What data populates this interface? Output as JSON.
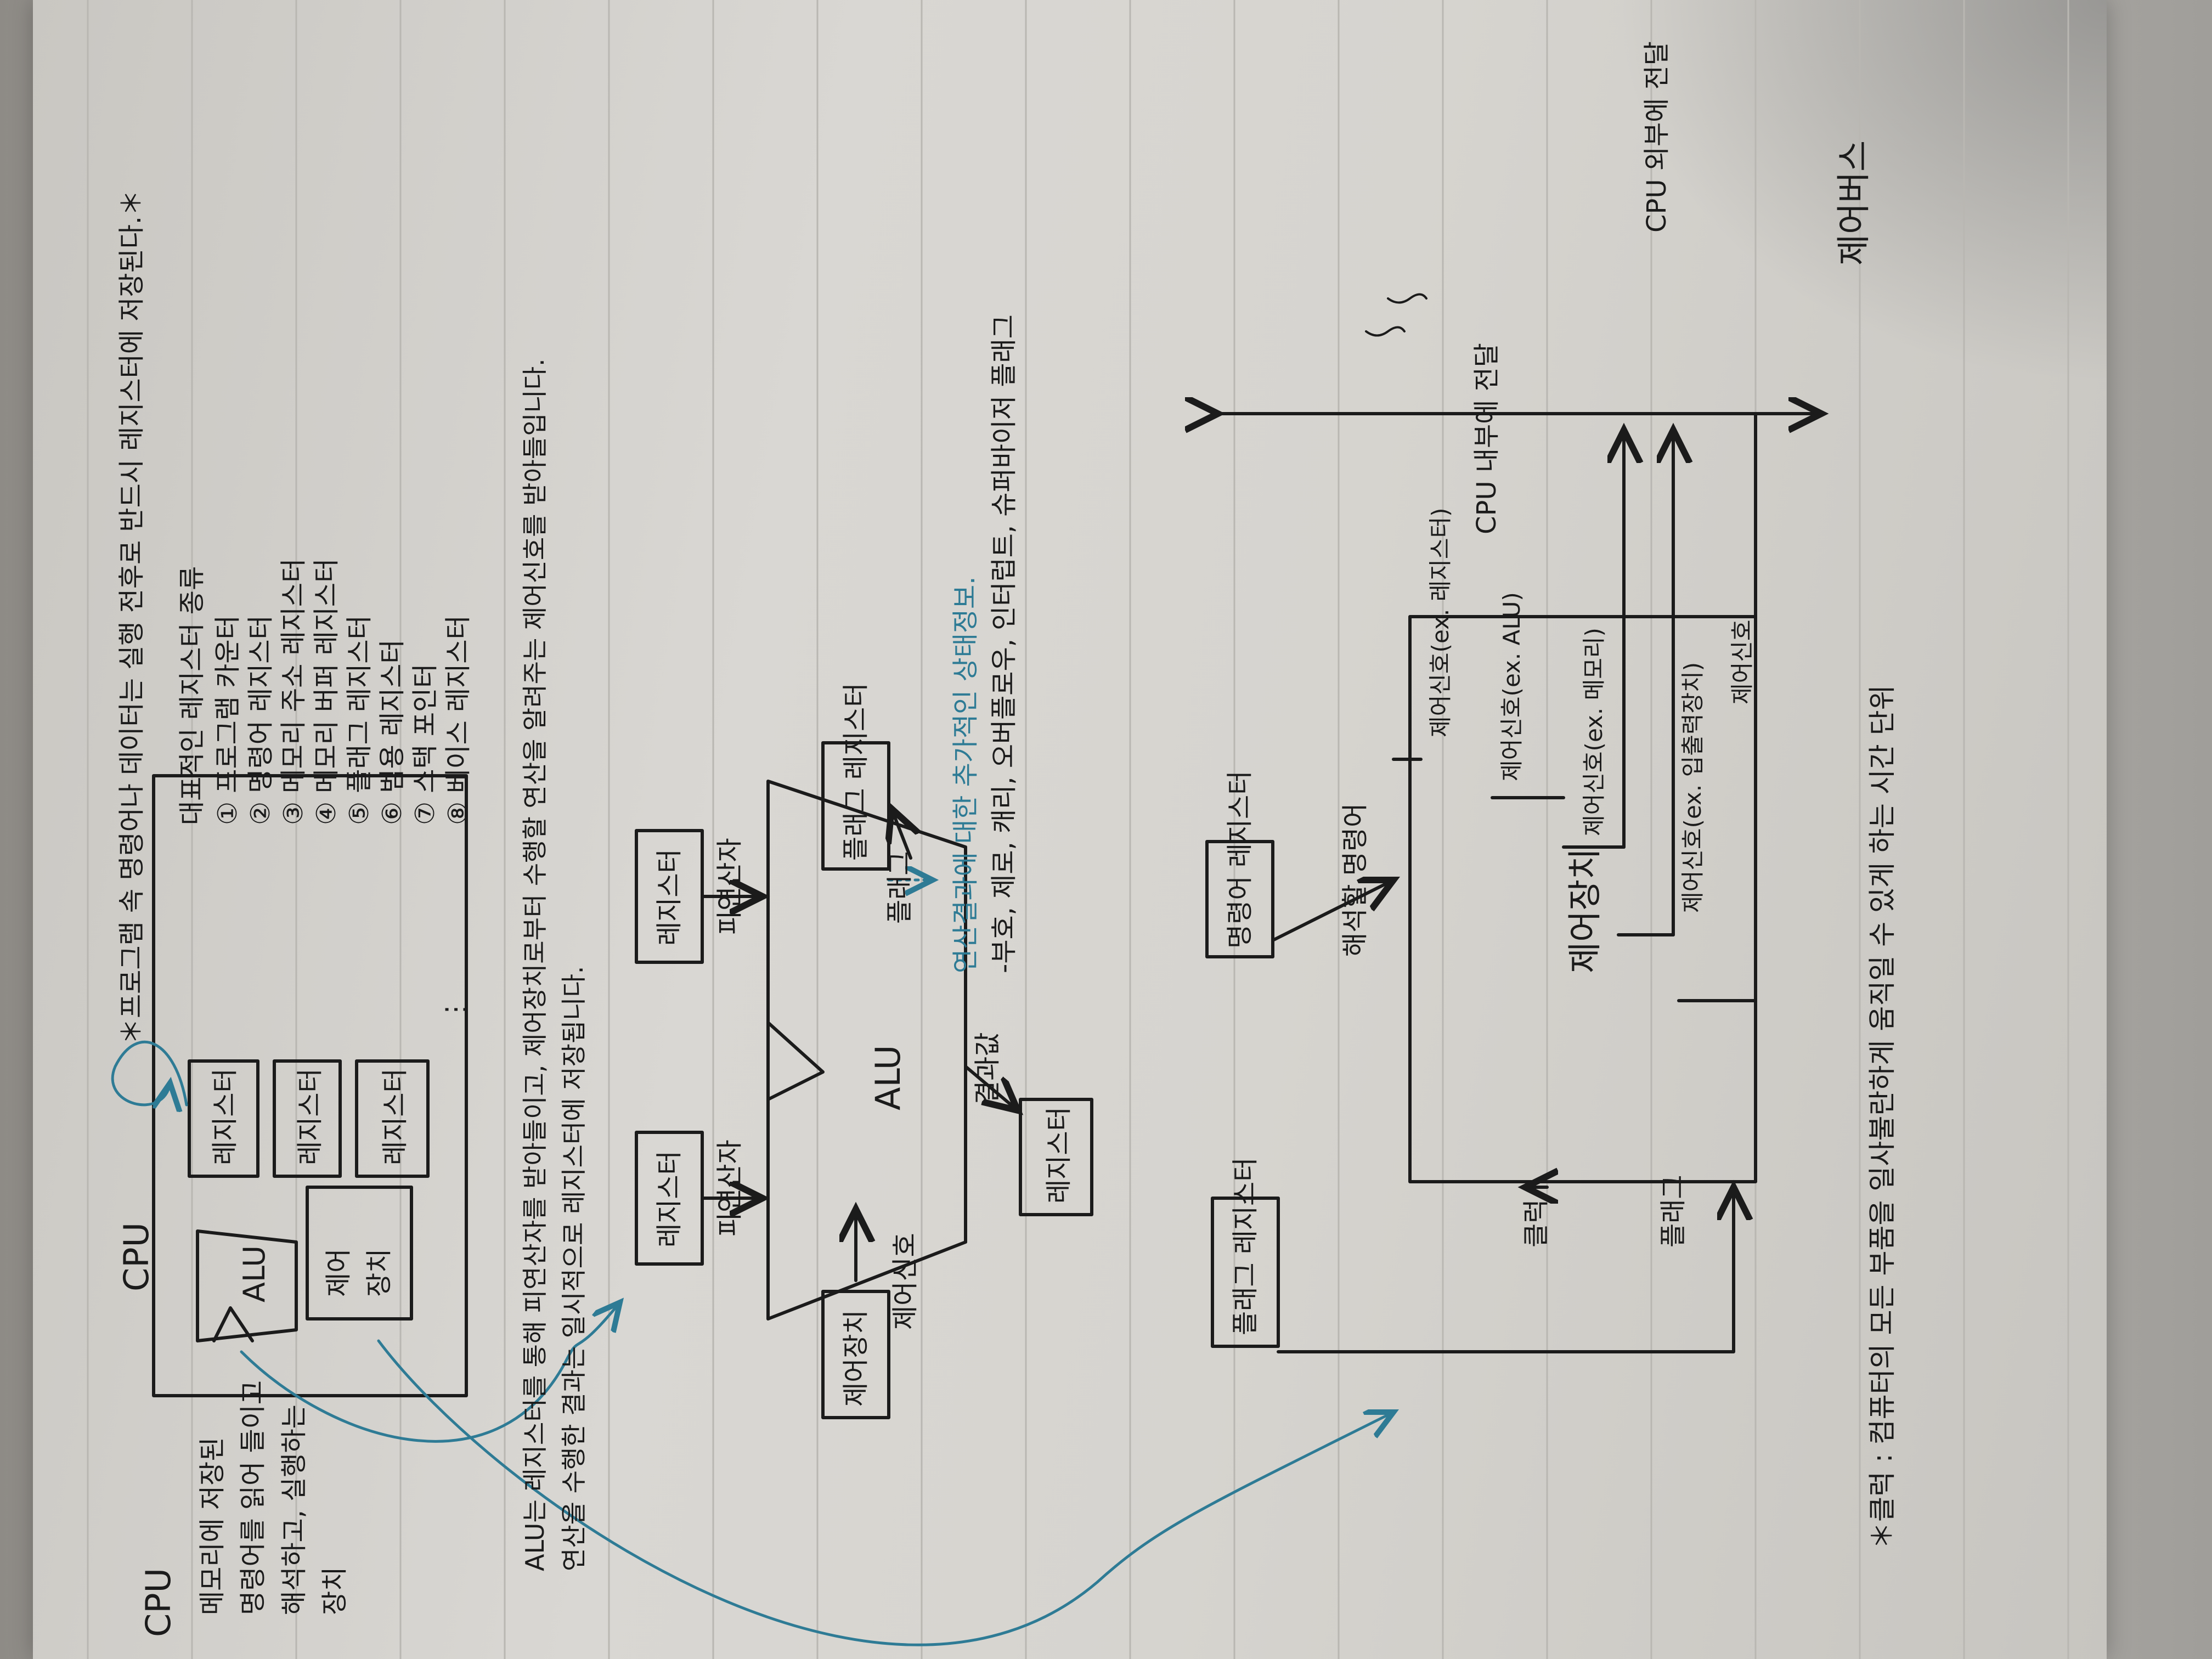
{
  "page_note": {
    "cpu_title": "CPU",
    "cpu_definition": "메모리에 저장된\n명령어를 읽어 들이고\n해석하고, 실행하는\n장치",
    "cpu_diagram_title": "CPU",
    "cpu_blocks": {
      "alu": "ALU",
      "register": "레지스터",
      "control": "제어\n장치",
      "dots": "⋮"
    },
    "register_note": "＊프로그램 속 명령어나 데이터는 실행 전후로 반드시 레지스터에 저장된다.＊",
    "register_kinds_title": "대표적인 레지스터 종류",
    "register_kinds": [
      "① 프로그램 카운터",
      "② 명령어 레지스터",
      "③ 메모리 주소 레지스터",
      "④ 메모리 버퍼 레지스터",
      "⑤ 플래그 레지스터",
      "⑥ 범용 레지스터",
      "⑦ 스택 포인터",
      "⑧ 베이스 레지스터"
    ],
    "alu_paragraph": "ALU는 레지스터를 통해 피연산자를 받아들이고, 제어장치로부터 수행할 연산을 알려주는 제어신호를 받아들입니다.\n연산을 수행한 결과는 일시적으로 레지스터에 저장됩니다."
  },
  "alu_diagram": {
    "register_left": "레지스터",
    "register_right": "레지스터",
    "operand_left": "피연산자",
    "operand_right": "피연산자",
    "alu": "ALU",
    "result_label": "결과값",
    "result_register": "레지스터",
    "flag_label": "플래그",
    "flag_register": "플래그 레지스터",
    "control_unit": "제어장치",
    "control_signal": "제어신호",
    "flag_note": "연산결과에 대한 추가적인 상태정보.",
    "flag_examples": "-부호, 제로, 캐리, 오버플로우, 인터럽트, 슈퍼바이저 플래그"
  },
  "control_diagram": {
    "instruction_register": "명령어 레지스터",
    "decode_label": "해석할 명령어",
    "flag_register": "플래그 레지스터",
    "flag_label": "플래그",
    "clock_label": "클럭",
    "control_unit": "제어장치",
    "outputs": [
      "제어신호(ex. 레지스터)",
      "제어신호(ex. ALU)",
      "제어신호(ex. 메모리)",
      "제어신호(ex. 입출력장치)",
      "제어신호"
    ],
    "cpu_inside": "CPU 내부에 전달",
    "cpu_outside": "CPU 외부에 전달",
    "control_bus": "제어버스",
    "footnote": "＊클럭 : 컴퓨터의 모든 부품을 일사불란하게 움직일 수 있게 하는 시간 단위"
  }
}
